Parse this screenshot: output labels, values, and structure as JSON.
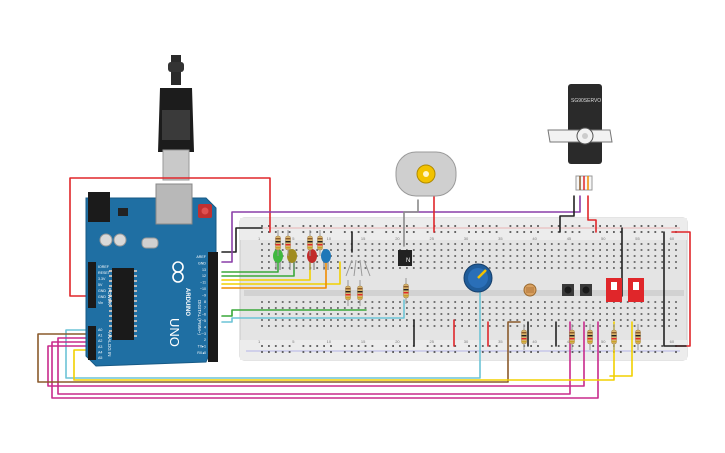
{
  "arduino": {
    "brand": "ARDUINO",
    "model": "UNO",
    "power_header": "POWER",
    "analog_header": "ANALOG IN",
    "digital_header": "DIGITAL (PWM~)",
    "power_pins": [
      "IOREF",
      "RESET",
      "3.3V",
      "5V",
      "GND",
      "GND",
      "Vin"
    ],
    "analog_pins": [
      "A0",
      "A1",
      "A2",
      "A3",
      "A4",
      "A5"
    ],
    "digital_top_pins": [
      "AREF",
      "GND",
      "13",
      "12",
      "~11",
      "~10",
      "~9",
      "8"
    ],
    "digital_bottom_pins": [
      "7",
      "~6",
      "~5",
      "4",
      "~3",
      "2",
      "TX▸1",
      "RX◂0"
    ],
    "board_color": "#1f6fa3"
  },
  "servo": {
    "label": "SG90SERVO"
  },
  "breadboard": {
    "column_numbers": [
      "1",
      "5",
      "10",
      "15",
      "20",
      "25",
      "30",
      "35",
      "40",
      "45",
      "50",
      "55",
      "60"
    ]
  },
  "transistor": {
    "label": "N"
  },
  "colors": {
    "wire_red": "#e0262a",
    "wire_black": "#222222",
    "wire_purple": "#8a3fa8",
    "wire_green": "#3aa83a",
    "wire_orange": "#f08c00",
    "wire_yellow": "#f2d000",
    "wire_magenta": "#c82a8c",
    "wire_brown": "#8a5a2b",
    "wire_cyan": "#6cc3d6",
    "wire_gray": "#8a8a8a"
  }
}
